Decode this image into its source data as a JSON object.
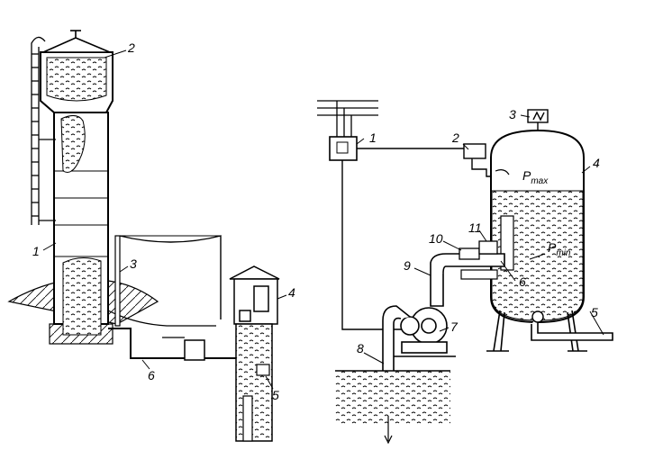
{
  "left_figure": {
    "callouts": [
      "1",
      "2",
      "3",
      "4",
      "5",
      "6"
    ]
  },
  "right_figure": {
    "callouts": [
      "1",
      "2",
      "3",
      "4",
      "5",
      "6",
      "7",
      "8",
      "9",
      "10",
      "11"
    ],
    "pressure_max": {
      "symbol": "P",
      "subscript": "max"
    },
    "pressure_min": {
      "symbol": "P",
      "subscript": "min"
    }
  }
}
